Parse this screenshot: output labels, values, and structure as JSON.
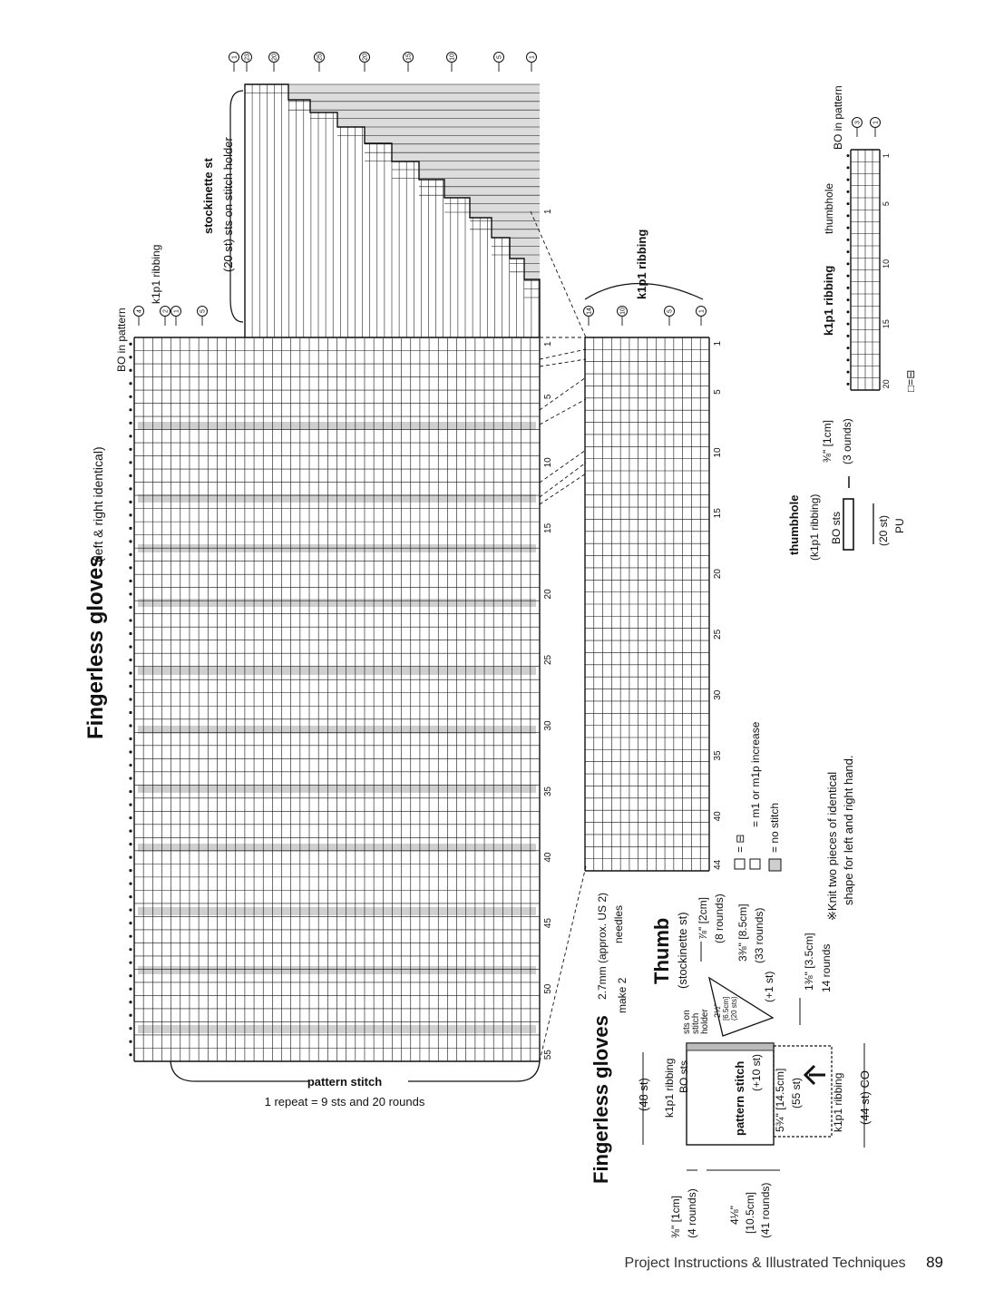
{
  "page": {
    "footer_text": "Project Instructions & Illustrated Techniques",
    "page_number": "89"
  },
  "main_chart": {
    "title": "Fingerless gloves",
    "subtitle": "(left & right identical)",
    "bo_label": "BO in pattern",
    "ribbing_label": "k1p1 ribbing",
    "pattern_stitch_label": "pattern stitch",
    "repeat_note": "1 repeat = 9 sts and 20 rounds",
    "row_ticks": [
      "1",
      "5",
      "10",
      "15",
      "20",
      "25",
      "30",
      "35",
      "40",
      "45",
      "50",
      "55"
    ],
    "round_markers": [
      "4",
      "2",
      "1",
      "5"
    ],
    "columns": 55,
    "rounds": 44
  },
  "thumb_gusset": {
    "title": "stockinette st",
    "note": "(20 st) sts on stitch holder",
    "round_markers": [
      "1",
      "23",
      "20",
      "25",
      "20",
      "15",
      "10",
      "5",
      "1"
    ],
    "row_tick": "1"
  },
  "thumb_chart": {
    "label": "k1p1 ribbing",
    "round_markers": [
      "14",
      "10",
      "5",
      "1"
    ],
    "row_ticks": [
      "1",
      "5",
      "10",
      "15",
      "20",
      "25",
      "30",
      "35",
      "40",
      "44"
    ]
  },
  "thumbhole_chart": {
    "bo_label": "BO in pattern",
    "label": "k1p1 ribbing",
    "sublabel": "thumbhole",
    "round_markers": [
      "3",
      "1"
    ],
    "row_ticks": [
      "1",
      "5",
      "10",
      "15",
      "20"
    ],
    "legend": "□=⊟"
  },
  "thumbhole_diagram": {
    "title": "thumbhole",
    "subtitle": "(k1p1 ribbing)",
    "bo": "BO sts",
    "height": "⅜\" [1cm]",
    "rounds": "(3 ounds)",
    "pu": "(20 st)",
    "pu2": "PU"
  },
  "legend": {
    "empty_sq": "= ⊟",
    "increase": "= m1 or m1p increase",
    "no_stitch": "= no stitch",
    "note_line1": "※Knit two pieces of identical",
    "note_line2": "shape for left and right hand."
  },
  "schematic": {
    "title": "Fingerless gloves",
    "needle": "2.7mm (approx. US 2)",
    "needle2": "needles",
    "make": "make 2",
    "thumb_title": "Thumb",
    "thumb_sub": "(stockinette st)",
    "t_78": "⅞\" [2cm]",
    "t_8r": "(8 rounds)",
    "t_338": "3⅜\" [8.5cm]",
    "t_33r": "(33 rounds)",
    "holder1": "sts on",
    "holder2": "stitch",
    "holder3": "holder",
    "t_212": "2½\"",
    "t_65": "[6.5cm]",
    "t_20": "(20 sts)",
    "plus1": "(+1 st)",
    "h_138": "1⅜\" [3.5cm]",
    "h_14r": "14 rounds",
    "st48": "(48 st)",
    "rib1": "k1p1 ribbing",
    "bo_sts": "BO sts",
    "pattern": "pattern stitch",
    "plus10": "(+10 st)",
    "w_534": "5¾\" [14.5cm]",
    "w_55": "(55 st)",
    "rib2": "k1p1 ribbing",
    "co": "(44 st) CO",
    "l_38": "⅜\" [1cm]",
    "l_4r": "(4 rounds)",
    "l_418": "4⅛\"",
    "l_105": "[10.5cm]",
    "l_41r": "(41 rounds)"
  }
}
